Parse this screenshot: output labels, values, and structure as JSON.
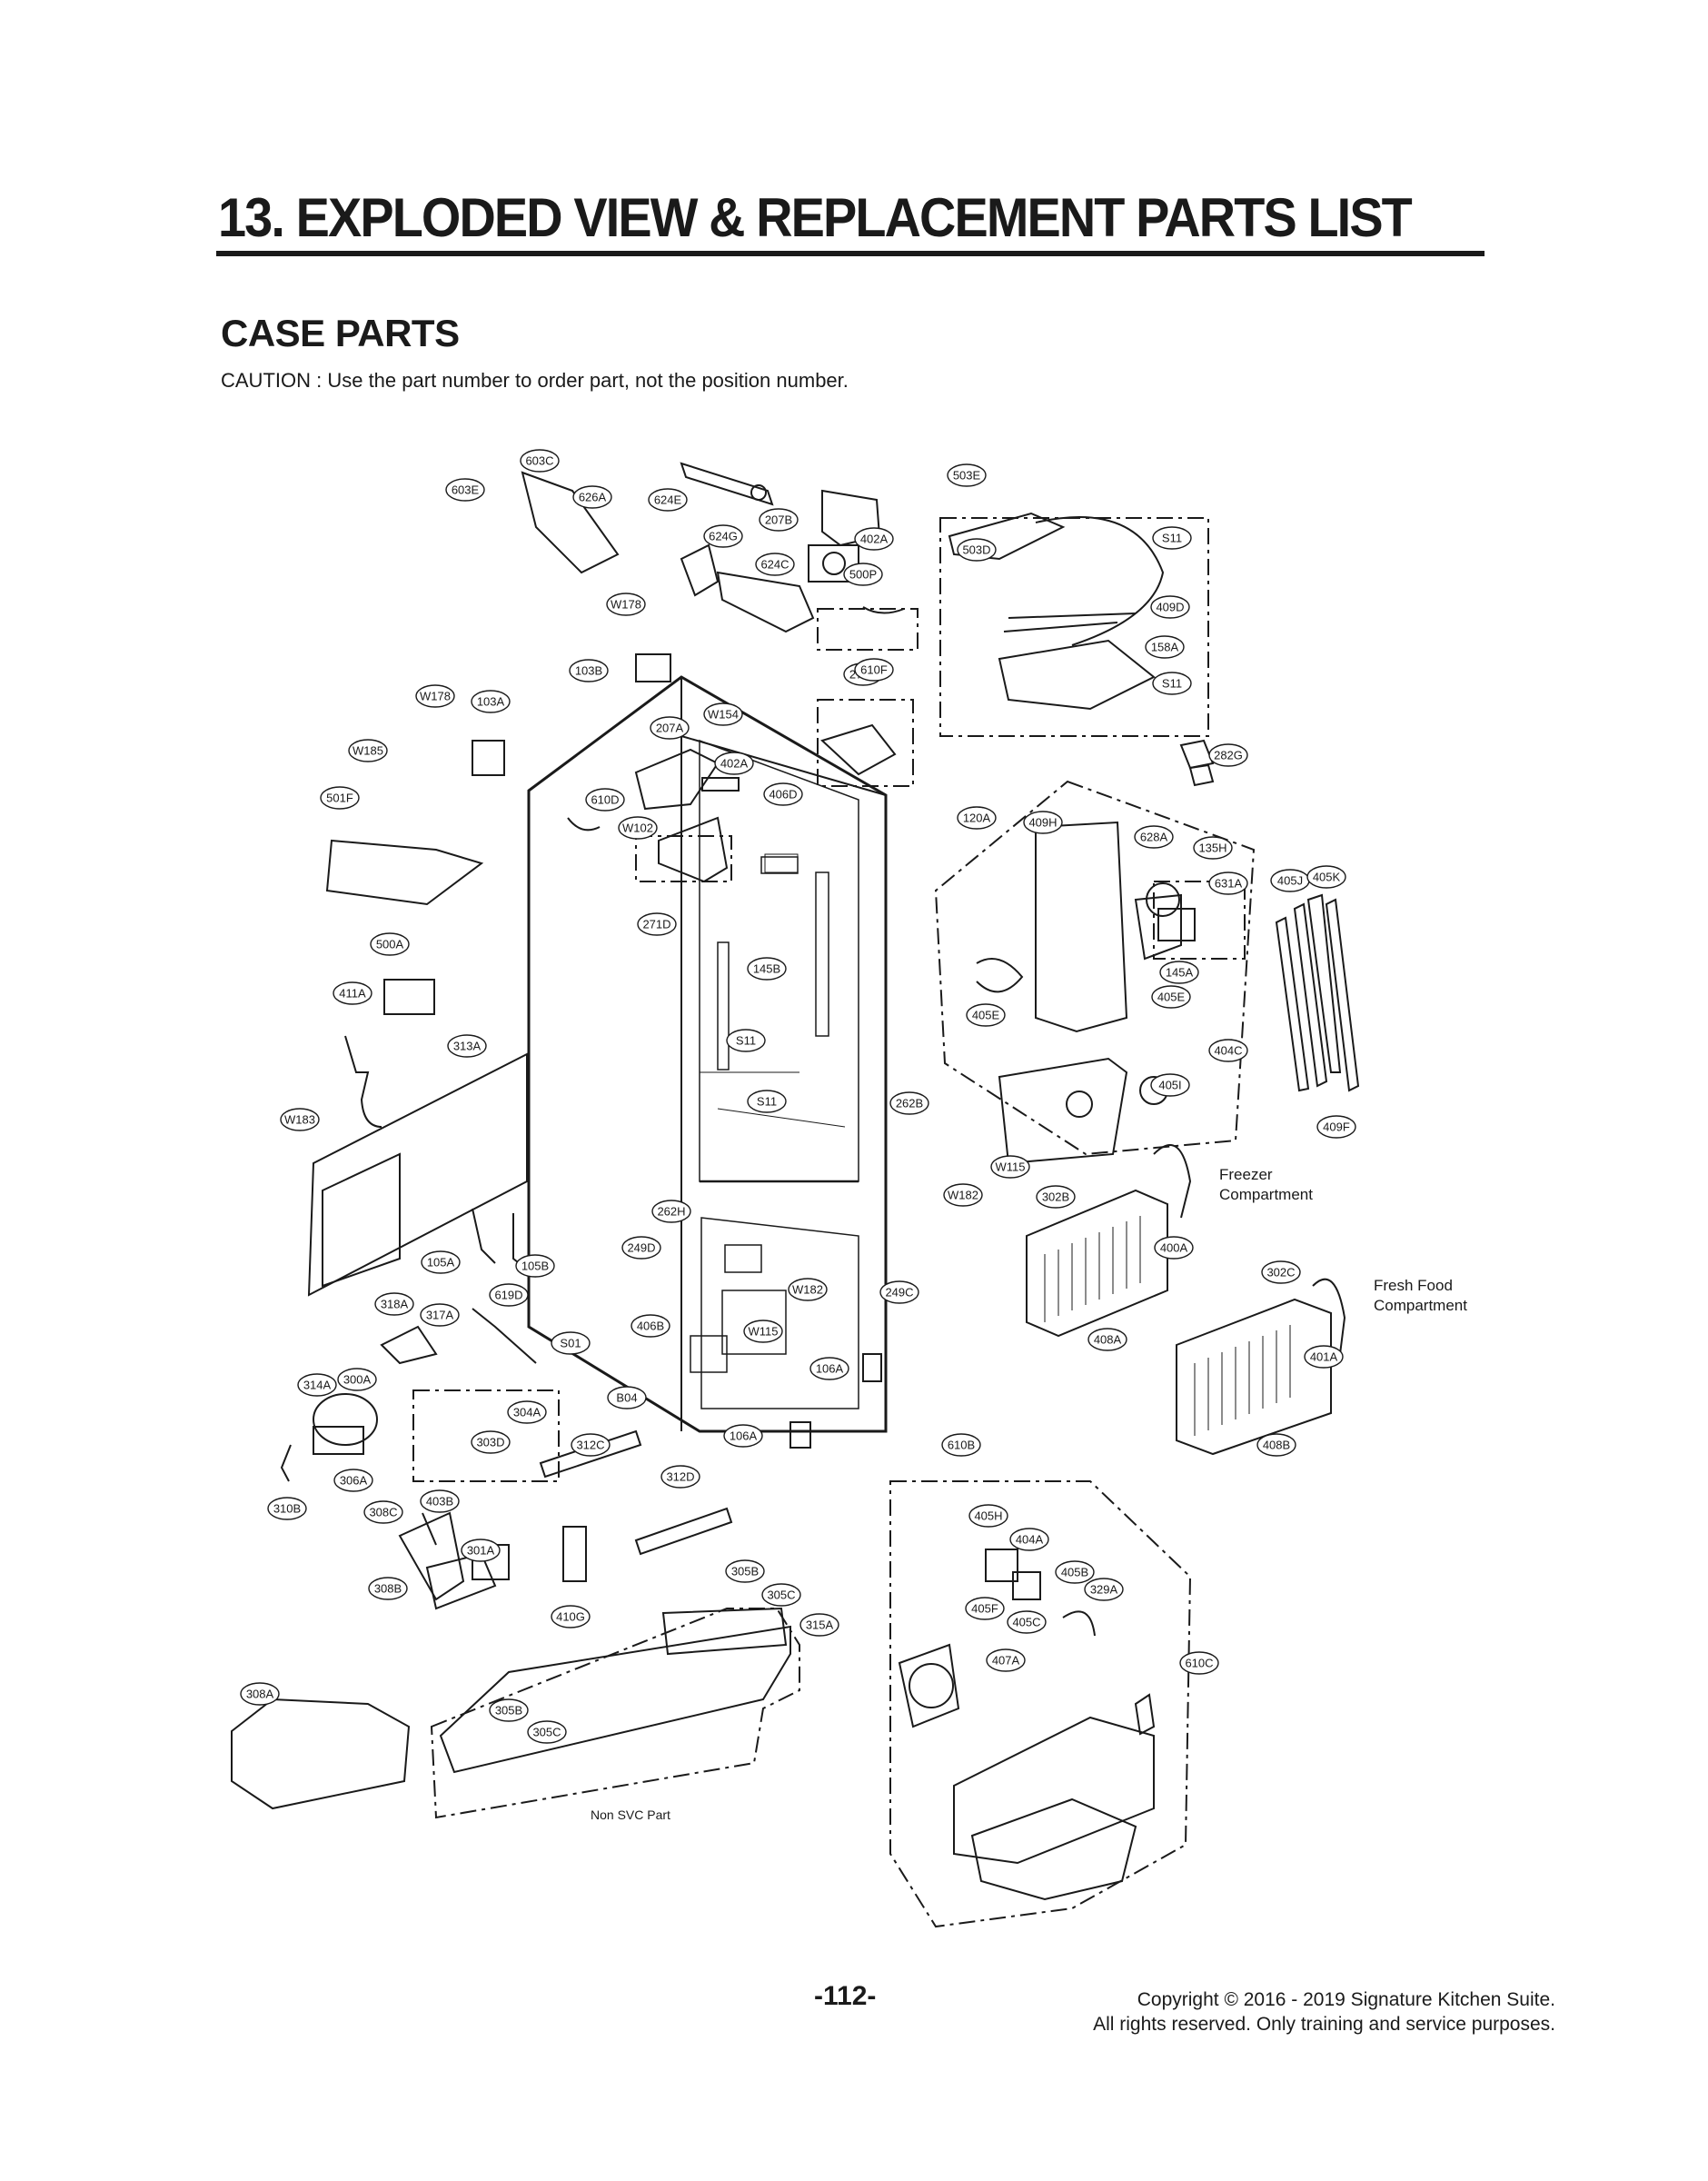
{
  "header": {
    "title": "13. EXPLODED VIEW & REPLACEMENT PARTS LIST",
    "section": "CASE PARTS",
    "caution": "CAUTION : Use the part number to order part, not the position number."
  },
  "diagram": {
    "callouts": [
      "603C",
      "603E",
      "626A",
      "624E",
      "207B",
      "503E",
      "402A",
      "624G",
      "624C",
      "500P",
      "503D",
      "S11",
      "W178",
      "409D",
      "158A",
      "103B",
      "271B",
      "610F",
      "S11",
      "W178",
      "103A",
      "207A",
      "W154",
      "282G",
      "W185",
      "402A",
      "406D",
      "501F",
      "610D",
      "W102",
      "120A",
      "409H",
      "628A",
      "135H",
      "405J",
      "405K",
      "631A",
      "271D",
      "500A",
      "145B",
      "145A",
      "405E",
      "405E",
      "411A",
      "S11",
      "404C",
      "313A",
      "405I",
      "262B",
      "S11",
      "W183",
      "409F",
      "W115",
      "W182",
      "302B",
      "262H",
      "400A",
      "105A",
      "105B",
      "249D",
      "302C",
      "W182",
      "249C",
      "318A",
      "317A",
      "619D",
      "406B",
      "W115",
      "408A",
      "401A",
      "S01",
      "106A",
      "314A",
      "300A",
      "B04",
      "304A",
      "303D",
      "312C",
      "106A",
      "610B",
      "408B",
      "306A",
      "312D",
      "310B",
      "308C",
      "403B",
      "405H",
      "404A",
      "301A",
      "305B",
      "405B",
      "308B",
      "305C",
      "329A",
      "410G",
      "405F",
      "315A",
      "405C",
      "407A",
      "610C",
      "308A",
      "305B",
      "305C"
    ],
    "labels": {
      "freezer_line1": "Freezer",
      "freezer_line2": "Compartment",
      "fresh_line1": "Fresh Food",
      "fresh_line2": "Compartment",
      "non_svc": "Non SVC Part"
    }
  },
  "footer": {
    "page_number": "-112-",
    "copyright_line1": "Copyright © 2016 - 2019 Signature Kitchen Suite.",
    "copyright_line2": "All rights reserved. Only training and service purposes."
  }
}
